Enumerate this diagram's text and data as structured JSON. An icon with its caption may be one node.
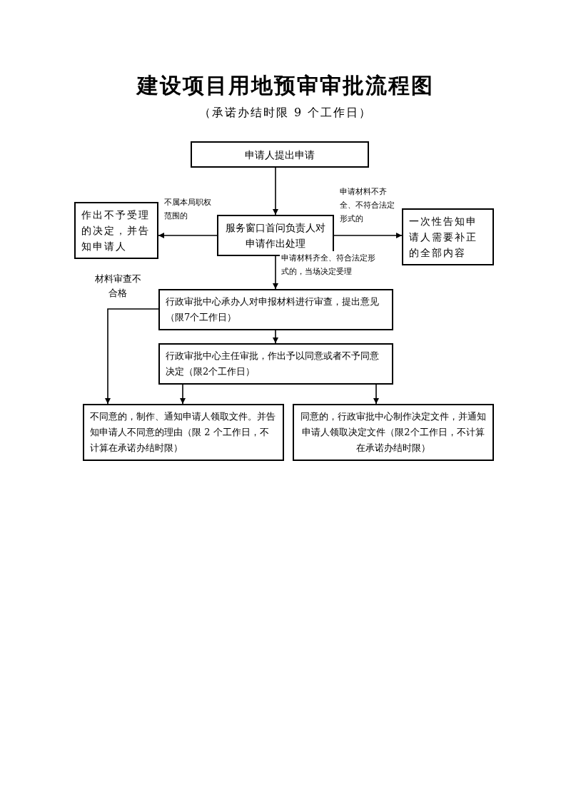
{
  "diagram": {
    "title": "建设项目用地预审审批流程图",
    "caption": "（承诺办结时限 9 个工作日）",
    "nodes": [
      {
        "text": [
          "申请人提出申请"
        ]
      },
      {
        "text": [
          "服务窗口首问负责人对申请作出处理"
        ]
      },
      {
        "text": [
          "作出不予受理的决定，并告知申请人"
        ]
      },
      {
        "text": [
          "一次性告知申请人需要补正的全部内容"
        ]
      },
      {
        "text": [
          "行政审批中心承办人对申报材料进行审查，提出意见（限7个工作日）"
        ]
      },
      {
        "text": [
          "行政审批中心主任审批，作出予以同意或者不予同意决定（限2个工作日）"
        ]
      },
      {
        "text": [
          "不同意的，制作、通知申请人领取文件。并告知申请人不同意的理由（限 2 个工作日，不计算在承诺办结时限）"
        ]
      },
      {
        "text": [
          "同意的，行政审批中心制作决定文件，并通知申请人领取决定文件（限2个工作日，不计算在承诺办结时限）"
        ]
      }
    ],
    "edges": [
      {
        "from": 0,
        "to": 1,
        "arrow": "to"
      },
      {
        "from": 1,
        "to": 2,
        "arrow": "to",
        "label": "不属本局职权范围的"
      },
      {
        "from": 1,
        "to": 3,
        "arrow": "to",
        "label": "申请材料不齐全、不符合法定形式的"
      },
      {
        "from": 1,
        "to": 4,
        "arrow": "to",
        "label": "申请材料齐全、符合法定形式的，当场决定受理"
      },
      {
        "from": 4,
        "to": 6,
        "arrow": "to",
        "label": "材料审查不合格"
      },
      {
        "from": 4,
        "to": 5,
        "arrow": "to"
      },
      {
        "from": 5,
        "to": 6,
        "arrow": "to"
      },
      {
        "from": 5,
        "to": 7,
        "arrow": "to"
      }
    ]
  }
}
